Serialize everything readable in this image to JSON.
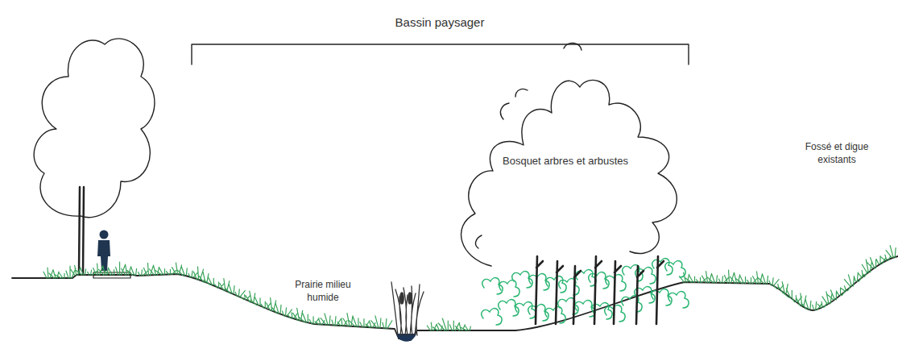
{
  "diagram": {
    "labels": [
      "Bassin paysager",
      "Prairie milieu humide",
      "Bosquet arbres et arbustes",
      "Fossé et digue existants"
    ]
  }
}
